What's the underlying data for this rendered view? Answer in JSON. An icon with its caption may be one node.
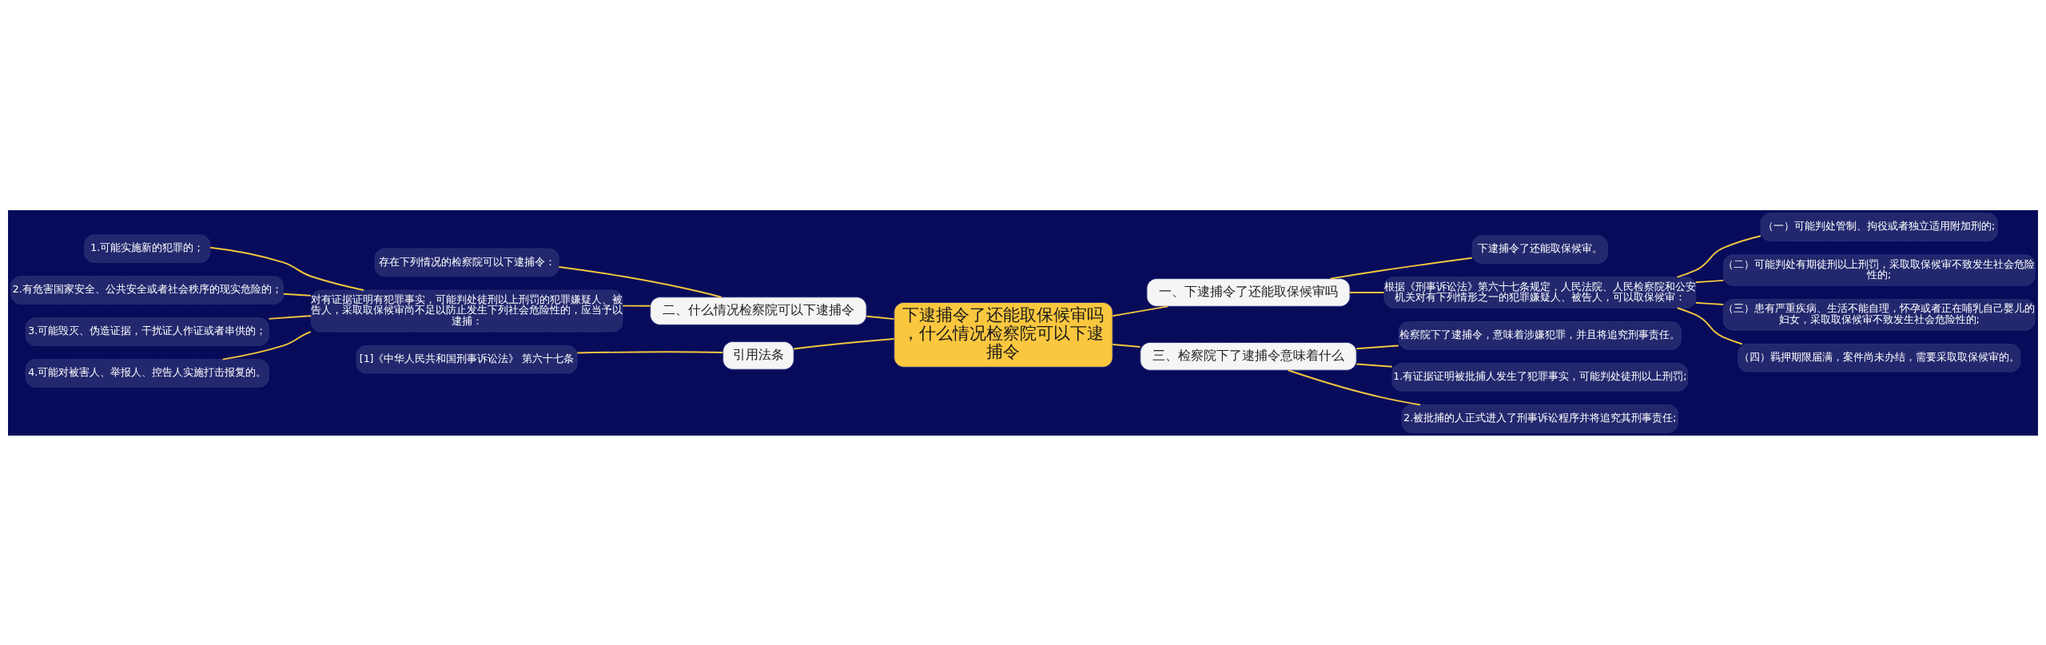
{
  "diagram": {
    "nodes": [
      {
        "text": [
          "下逮捕令了还能取保候审吗，什么情况检察院可以下逮捕令"
        ]
      },
      {
        "text": [
          "一、下逮捕令了还能取保候审吗"
        ]
      },
      {
        "text": [
          "下逮捕令了还能取保候审。"
        ]
      },
      {
        "text": [
          "根据《刑事诉讼法》第六十七条规定，人民法院、人民检察院和公安机关对有下列情形之一的犯罪嫌疑人、被告人，可以取保候审："
        ]
      },
      {
        "text": [
          "（一）可能判处管制、拘役或者独立适用附加刑的;"
        ]
      },
      {
        "text": [
          "（二）可能判处有期徒刑以上刑罚，采取取保候审不致发生社会危险性的;"
        ]
      },
      {
        "text": [
          "（三）患有严重疾病、生活不能自理，怀孕或者正在哺乳自己婴儿的妇女，采取取保候审不致发生社会危险性的;"
        ]
      },
      {
        "text": [
          "（四）羁押期限届满，案件尚未办结，需要采取取保候审的。"
        ]
      },
      {
        "text": [
          "三、检察院下了逮捕令意味着什么"
        ]
      },
      {
        "text": [
          "检察院下了逮捕令，意味着涉嫌犯罪，并且将追究刑事责任。"
        ]
      },
      {
        "text": [
          "1.有证据证明被批捕人发生了犯罪事实，可能判处徒刑以上刑罚;"
        ]
      },
      {
        "text": [
          "2.被批捕的人正式进入了刑事诉讼程序并将追究其刑事责任;"
        ]
      },
      {
        "text": [
          "二、什么情况检察院可以下逮捕令"
        ]
      },
      {
        "text": [
          "存在下列情况的检察院可以下逮捕令："
        ]
      },
      {
        "text": [
          "对有证据证明有犯罪事实，可能判处徒刑以上刑罚的犯罪嫌疑人、被告人，采取取保候审尚不足以防止发生下列社会危险性的，应当予以逮捕："
        ]
      },
      {
        "text": [
          "1.可能实施新的犯罪的；"
        ]
      },
      {
        "text": [
          "2.有危害国家安全、公共安全或者社会秩序的现实危险的；"
        ]
      },
      {
        "text": [
          "3.可能毁灭、伪造证据，干扰证人作证或者串供的；"
        ]
      },
      {
        "text": [
          "4.可能对被害人、举报人、控告人实施打击报复的。"
        ]
      },
      {
        "text": [
          "引用法条"
        ]
      },
      {
        "text": [
          "[1]《中华人民共和国刑事诉讼法》 第六十七条"
        ]
      }
    ],
    "edges": [
      {
        "from": 0,
        "to": 1,
        "arrow": "none"
      },
      {
        "from": 1,
        "to": 2,
        "arrow": "none"
      },
      {
        "from": 1,
        "to": 3,
        "arrow": "none"
      },
      {
        "from": 3,
        "to": 4,
        "arrow": "none"
      },
      {
        "from": 3,
        "to": 5,
        "arrow": "none"
      },
      {
        "from": 3,
        "to": 6,
        "arrow": "none"
      },
      {
        "from": 3,
        "to": 7,
        "arrow": "none"
      },
      {
        "from": 0,
        "to": 8,
        "arrow": "none"
      },
      {
        "from": 8,
        "to": 9,
        "arrow": "none"
      },
      {
        "from": 8,
        "to": 10,
        "arrow": "none"
      },
      {
        "from": 8,
        "to": 11,
        "arrow": "none"
      },
      {
        "from": 0,
        "to": 12,
        "arrow": "none"
      },
      {
        "from": 12,
        "to": 13,
        "arrow": "none"
      },
      {
        "from": 12,
        "to": 14,
        "arrow": "none"
      },
      {
        "from": 14,
        "to": 15,
        "arrow": "none"
      },
      {
        "from": 14,
        "to": 16,
        "arrow": "none"
      },
      {
        "from": 14,
        "to": 17,
        "arrow": "none"
      },
      {
        "from": 14,
        "to": 18,
        "arrow": "none"
      },
      {
        "from": 0,
        "to": 19,
        "arrow": "none"
      },
      {
        "from": 19,
        "to": 20,
        "arrow": "none"
      }
    ]
  }
}
